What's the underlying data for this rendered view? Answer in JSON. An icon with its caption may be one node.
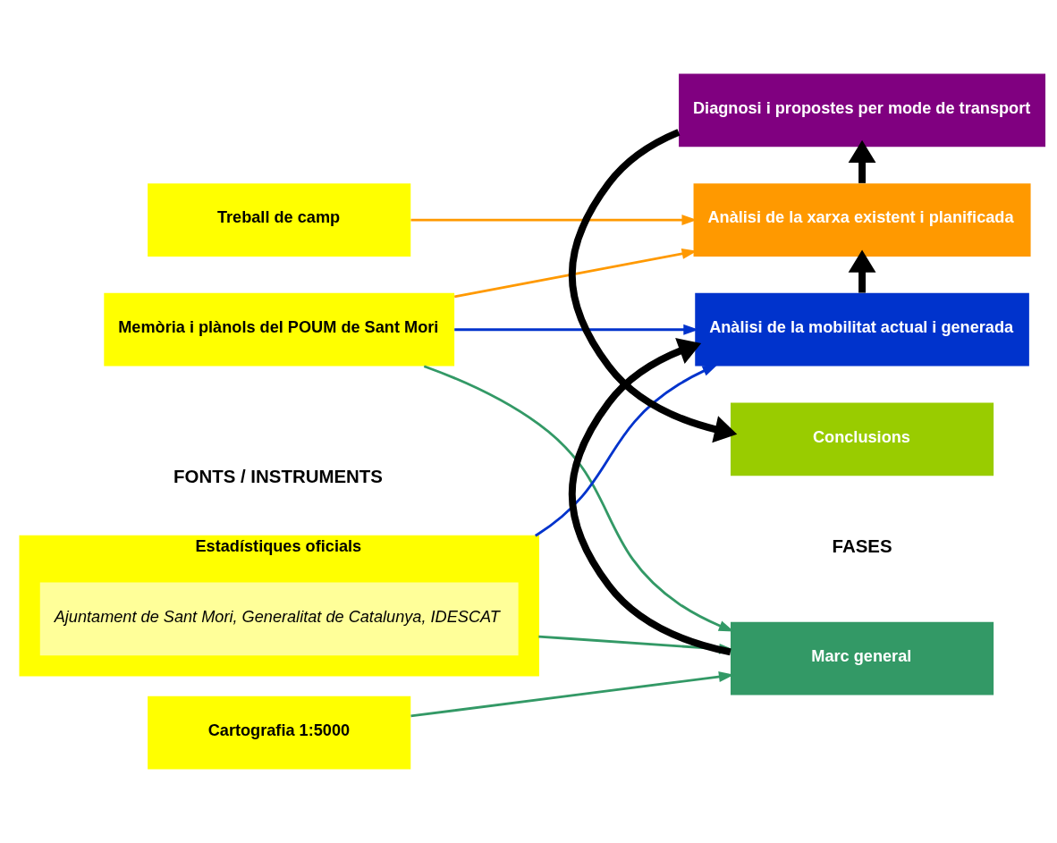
{
  "diagram": {
    "nodes": [
      {
        "text": [
          "Cartografia 1:5000"
        ]
      },
      {
        "text": [
          "Memòria i plànols del POUM de Sant Mori"
        ]
      },
      {
        "text": [
          "Estadístiques oficials"
        ]
      },
      {
        "text": [
          "Ajuntament de Sant Mori, Generalitat de Catalunya, IDESCAT"
        ],
        "in": 2
      },
      {
        "text": [
          "Treball de camp"
        ]
      },
      {
        "text": [
          "Marc general"
        ]
      },
      {
        "text": [
          "Anàlisi de la mobilitat actual i generada"
        ]
      },
      {
        "text": [
          "Anàlisi de la xarxa existent i planificada"
        ]
      },
      {
        "text": [
          "Diagnosi i propostes per mode de transport"
        ]
      },
      {
        "text": [
          "Conclusions"
        ]
      }
    ],
    "edges": [
      {
        "from": 0,
        "to": 5,
        "arrow": "to",
        "color": "#339966"
      },
      {
        "from": 1,
        "to": 5,
        "arrow": "to",
        "color": "#339966"
      },
      {
        "from": 2,
        "to": 5,
        "arrow": "to",
        "color": "#339966"
      },
      {
        "from": 1,
        "to": 6,
        "arrow": "to",
        "color": "#0033cc"
      },
      {
        "from": 2,
        "to": 6,
        "arrow": "to",
        "color": "#0033cc"
      },
      {
        "from": 1,
        "to": 7,
        "arrow": "to",
        "color": "#ff9900"
      },
      {
        "from": 4,
        "to": 7,
        "arrow": "to",
        "color": "#ff9900"
      },
      {
        "from": 5,
        "to": 6,
        "arrow": "to",
        "style": "thick"
      },
      {
        "from": 6,
        "to": 7,
        "arrow": "to",
        "style": "thick"
      },
      {
        "from": 7,
        "to": 8,
        "arrow": "to",
        "style": "thick"
      },
      {
        "from": 8,
        "to": 9,
        "arrow": "to",
        "style": "thick"
      }
    ],
    "labels": [
      "FONTS / INSTRUMENTS",
      "FASES"
    ]
  }
}
